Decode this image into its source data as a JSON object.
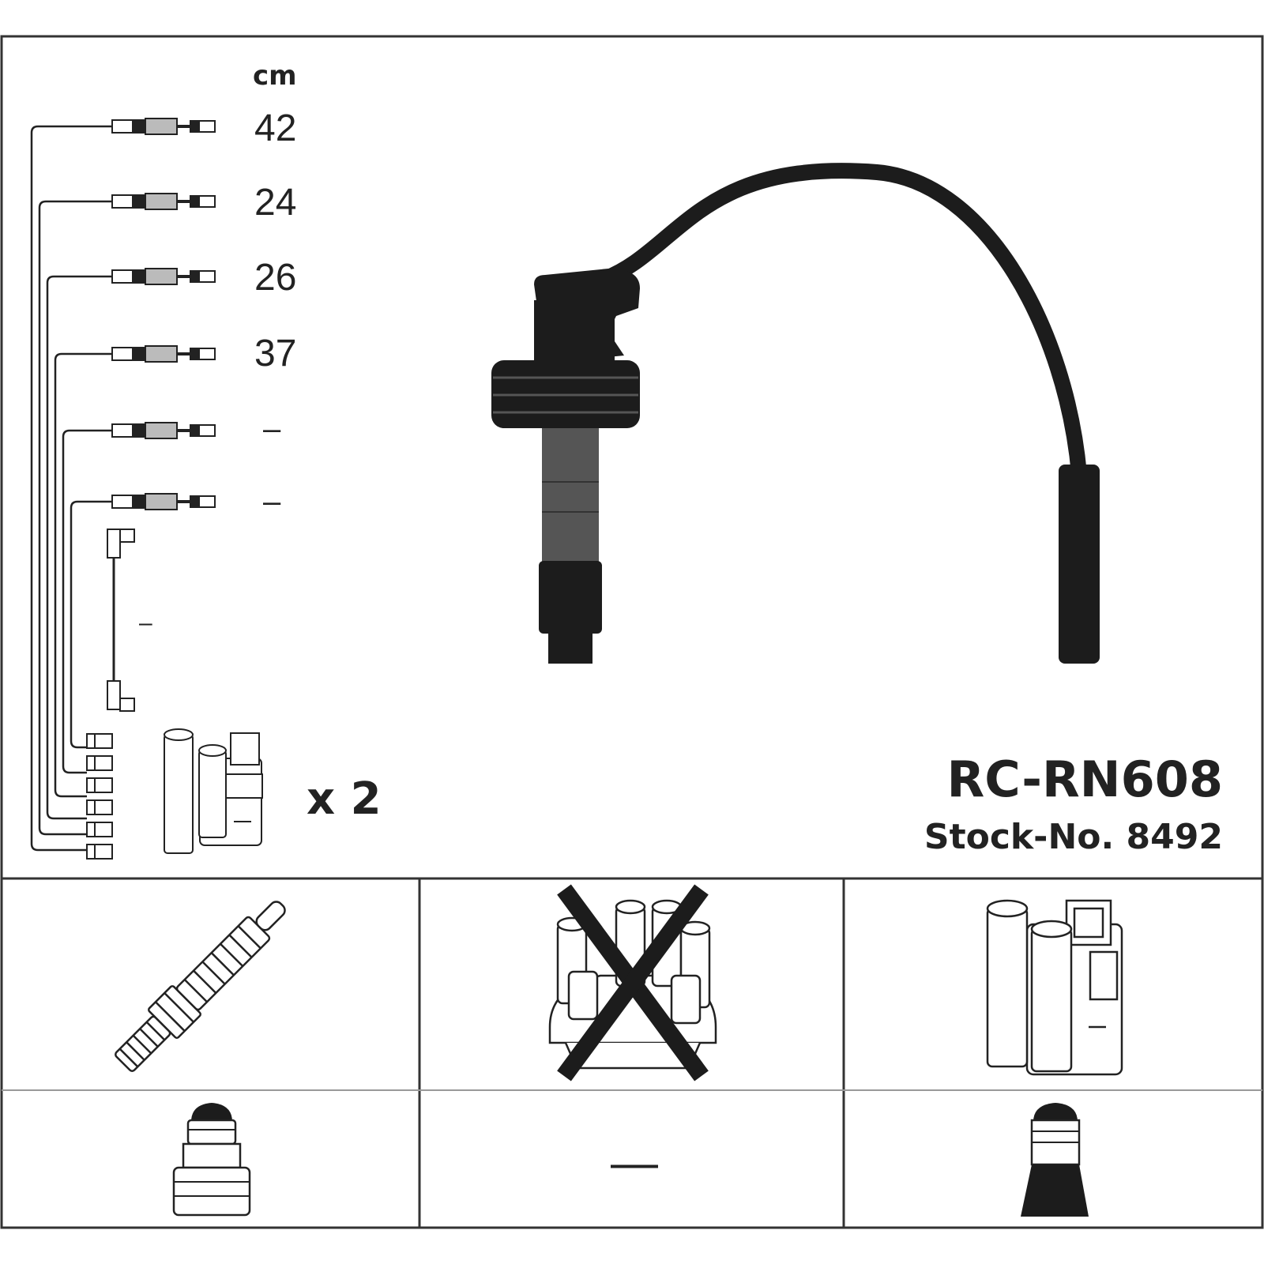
{
  "header": {
    "unit": "cm",
    "lengths": [
      "42",
      "24",
      "26",
      "37",
      "–",
      "–"
    ],
    "coil_wire_length": "–",
    "coil_multiplier": "x 2"
  },
  "product": {
    "model": "RC-RN608",
    "stock_label": "Stock-No. 8492"
  },
  "icons": {
    "spark_plug": "spark-plug-icon",
    "distributor_cap": "distributor-cap-icon",
    "ignition_coil": "ignition-coil-icon",
    "plug_boot_terminal": "plug-terminal-icon",
    "coil_boot_terminal": "coil-terminal-icon"
  },
  "compatibility": {
    "distributor_cap_excluded": true,
    "distributor_terminal": "—"
  },
  "colors": {
    "line": "#222222",
    "cable": "#1c1c1c",
    "boot_grey": "#555555",
    "grid": "#333333"
  }
}
